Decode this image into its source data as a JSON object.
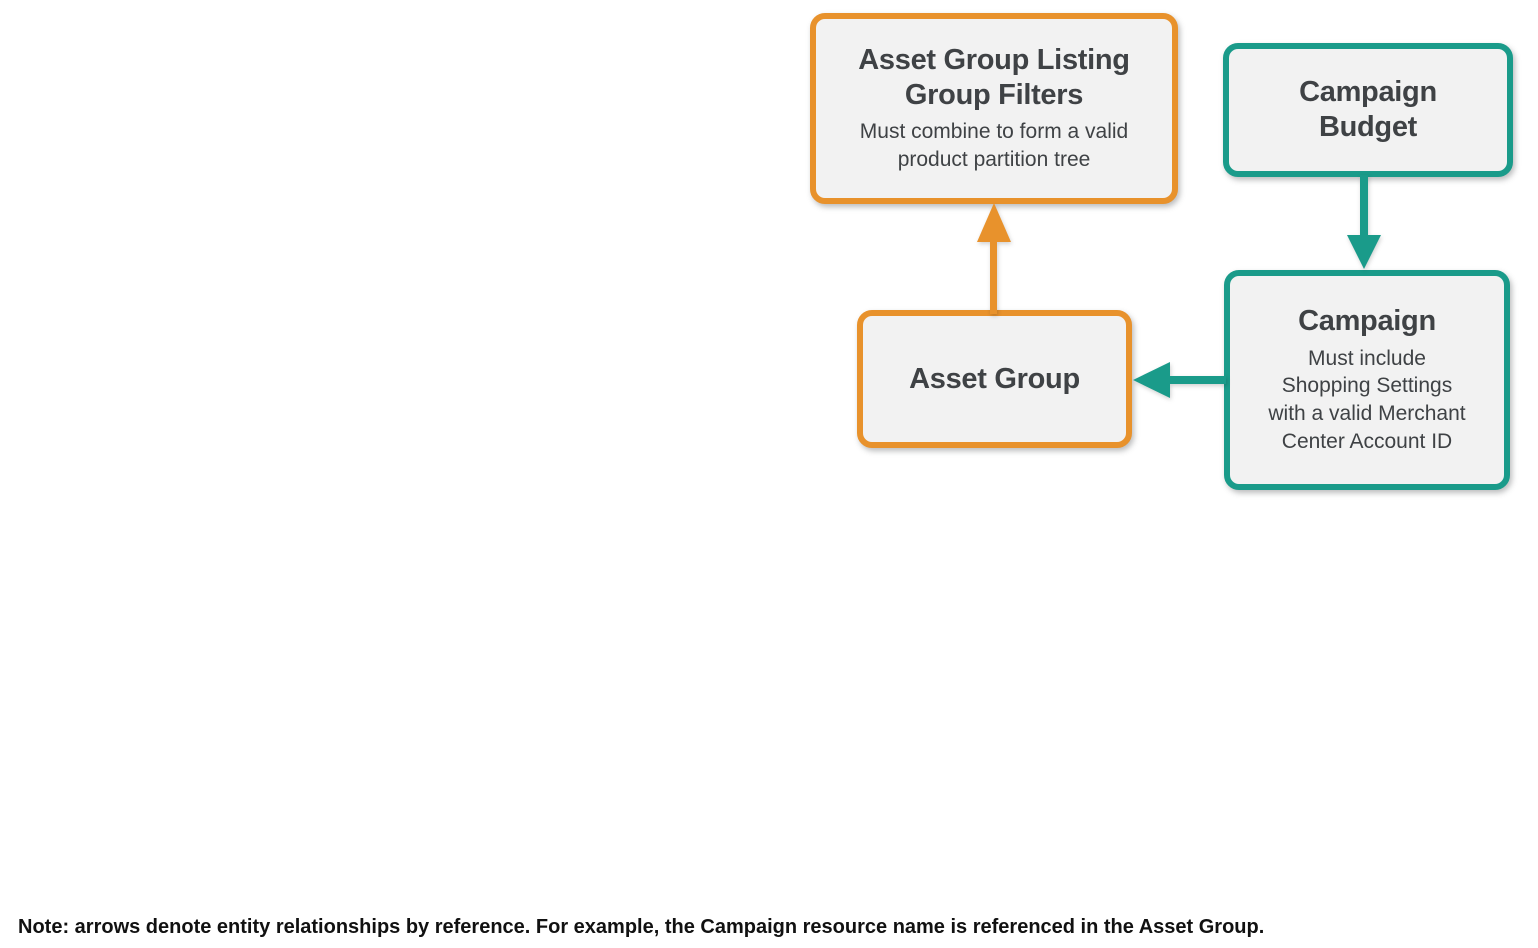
{
  "diagram": {
    "nodes": [
      {
        "id": "asset-group-listing-group-filters",
        "title": "Asset Group Listing\nGroup Filters",
        "subtitle": "Must combine to form a valid\nproduct partition tree",
        "accent": "orange"
      },
      {
        "id": "campaign-budget",
        "title": "Campaign\nBudget",
        "subtitle": "",
        "accent": "teal"
      },
      {
        "id": "campaign",
        "title": "Campaign",
        "subtitle": "Must include\nShopping Settings\nwith a valid Merchant\nCenter Account ID",
        "accent": "teal"
      },
      {
        "id": "asset-group",
        "title": "Asset Group",
        "subtitle": "",
        "accent": "orange"
      }
    ],
    "edges": [
      {
        "from": "asset-group",
        "to": "asset-group-listing-group-filters",
        "color": "orange",
        "direction": "up"
      },
      {
        "from": "campaign-budget",
        "to": "campaign",
        "color": "teal",
        "direction": "down"
      },
      {
        "from": "campaign",
        "to": "asset-group",
        "color": "teal",
        "direction": "left"
      }
    ]
  },
  "note": "Note: arrows denote entity relationships by reference. For example, the Campaign resource name is referenced in the Asset Group.",
  "colors": {
    "orange": "#E8922C",
    "teal": "#1A9B8A",
    "node_fill": "#F2F2F2",
    "node_text": "#3F4245",
    "note_text": "#111111",
    "background": "#FFFFFF"
  }
}
